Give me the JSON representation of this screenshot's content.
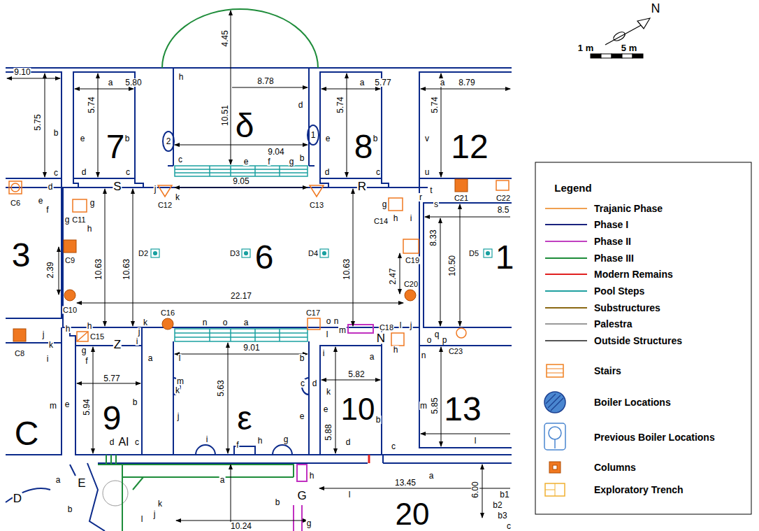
{
  "diagram": {
    "nodes": [
      {
        "text": [
          "7"
        ]
      },
      {
        "text": [
          "δ"
        ]
      },
      {
        "text": [
          "8"
        ]
      },
      {
        "text": [
          "12"
        ]
      },
      {
        "text": [
          "3"
        ]
      },
      {
        "text": [
          "6"
        ]
      },
      {
        "text": [
          "1"
        ]
      },
      {
        "text": [
          "C"
        ]
      },
      {
        "text": [
          "9"
        ]
      },
      {
        "text": [
          "ε"
        ]
      },
      {
        "text": [
          "10"
        ]
      },
      {
        "text": [
          "13"
        ]
      },
      {
        "text": [
          "20"
        ]
      }
    ],
    "labels": [
      "9.10",
      "5.75",
      "b",
      "c",
      "d",
      "e",
      "f",
      "g",
      "h",
      "g",
      "C6",
      "C11",
      "a",
      "5.80",
      "e",
      "5.74",
      "b",
      "d",
      "c",
      "S",
      "h",
      "4.45",
      "8.78",
      "10.51",
      "9.04",
      "d",
      "2",
      "1",
      "c",
      "b",
      "e",
      "f",
      "g",
      "j",
      "k",
      "C12",
      "9.05",
      "C13",
      "d",
      "a",
      "5.77",
      "e",
      "5.74",
      "b",
      "c",
      "R",
      "g",
      "C14",
      "h",
      "i",
      "t",
      "s",
      "r",
      "u",
      "v",
      "a",
      "8.79",
      "5.74",
      "C21",
      "C22",
      "8.5",
      "C19",
      "8.33",
      "2.47",
      "C20",
      "10.50",
      "D5",
      "C9",
      "2.39",
      "C10",
      "10.63",
      "10.63",
      "D2",
      "D3",
      "D4",
      "10.63",
      "22.17",
      "h",
      "h",
      "j",
      "k",
      "i",
      "C15",
      "g",
      "f",
      "e",
      "m",
      "C8",
      "Z",
      "k",
      "j",
      "i",
      "C16",
      "a",
      "5.77",
      "5.94",
      "b",
      "d",
      "AI",
      "c",
      "n",
      "o",
      "a",
      "C17",
      "o",
      "n",
      "m",
      "l",
      "l",
      "b",
      "9.01",
      "5.63",
      "m",
      "k",
      "j",
      "c",
      "d",
      "e",
      "i",
      "f",
      "h",
      "g",
      "i",
      "k",
      "a",
      "5.82",
      "N",
      "e",
      "b",
      "5.88",
      "d",
      "c",
      "C18",
      "l",
      "j",
      "h",
      "q",
      "p",
      "o",
      "n",
      "C23",
      "m",
      "5.85",
      "l",
      "a",
      "E",
      "D",
      "b",
      "k",
      "j",
      "l",
      "a",
      "b",
      "G",
      "h",
      "g",
      "l",
      "a",
      "6.00",
      "13.45",
      "b1",
      "b2",
      "b3",
      "c",
      "10.24",
      "N",
      "1 m",
      "5 m",
      "Legend"
    ],
    "legend": [
      {
        "text": "Trajanic Phase"
      },
      {
        "text": "Phase I"
      },
      {
        "text": "Phase II"
      },
      {
        "text": "Phase III"
      },
      {
        "text": "Modern Remains"
      },
      {
        "text": "Pool Steps"
      },
      {
        "text": "Substructures"
      },
      {
        "text": "Palestra"
      },
      {
        "text": "Outside Structures"
      },
      {
        "text": "Stairs"
      },
      {
        "text": "Boiler Locations"
      },
      {
        "text": "Previous Boiler Locations"
      },
      {
        "text": "Columns"
      },
      {
        "text": "Exploratory Trench"
      }
    ]
  }
}
